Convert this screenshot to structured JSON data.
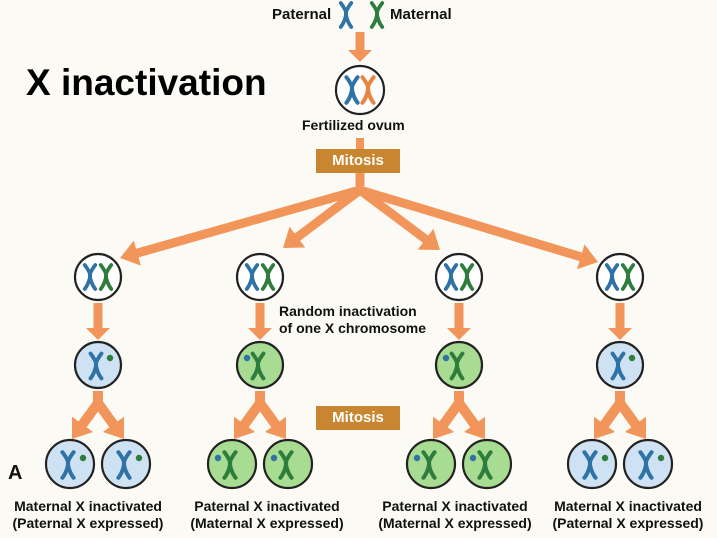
{
  "title": "X inactivation",
  "legend": {
    "paternal": "Paternal",
    "maternal": "Maternal"
  },
  "fertilized_label": "Fertilized ovum",
  "mitosis_label": "Mitosis",
  "random_inactivation": [
    "Random inactivation",
    "of one X chromosome"
  ],
  "panel_letter": "A",
  "outcomes": [
    {
      "line1": "Maternal X inactivated",
      "line2": "(Paternal X expressed)"
    },
    {
      "line1": "Paternal X inactivated",
      "line2": "(Maternal X expressed)"
    },
    {
      "line1": "Paternal X inactivated",
      "line2": "(Maternal X expressed)"
    },
    {
      "line1": "Maternal X inactivated",
      "line2": "(Paternal X expressed)"
    }
  ],
  "colors": {
    "paternal": "#2e72a6",
    "maternal": "#2f7d3c",
    "arrow": "#f2955a",
    "mitosis_box": "#c98630",
    "cell_blue": "#cfe2f3",
    "cell_green": "#a7dc92",
    "barr_body_paternal": "#2e72a6",
    "barr_body_maternal": "#2f7d3c"
  },
  "lineages": [
    {
      "active": "paternal"
    },
    {
      "active": "maternal"
    },
    {
      "active": "maternal"
    },
    {
      "active": "paternal"
    }
  ]
}
